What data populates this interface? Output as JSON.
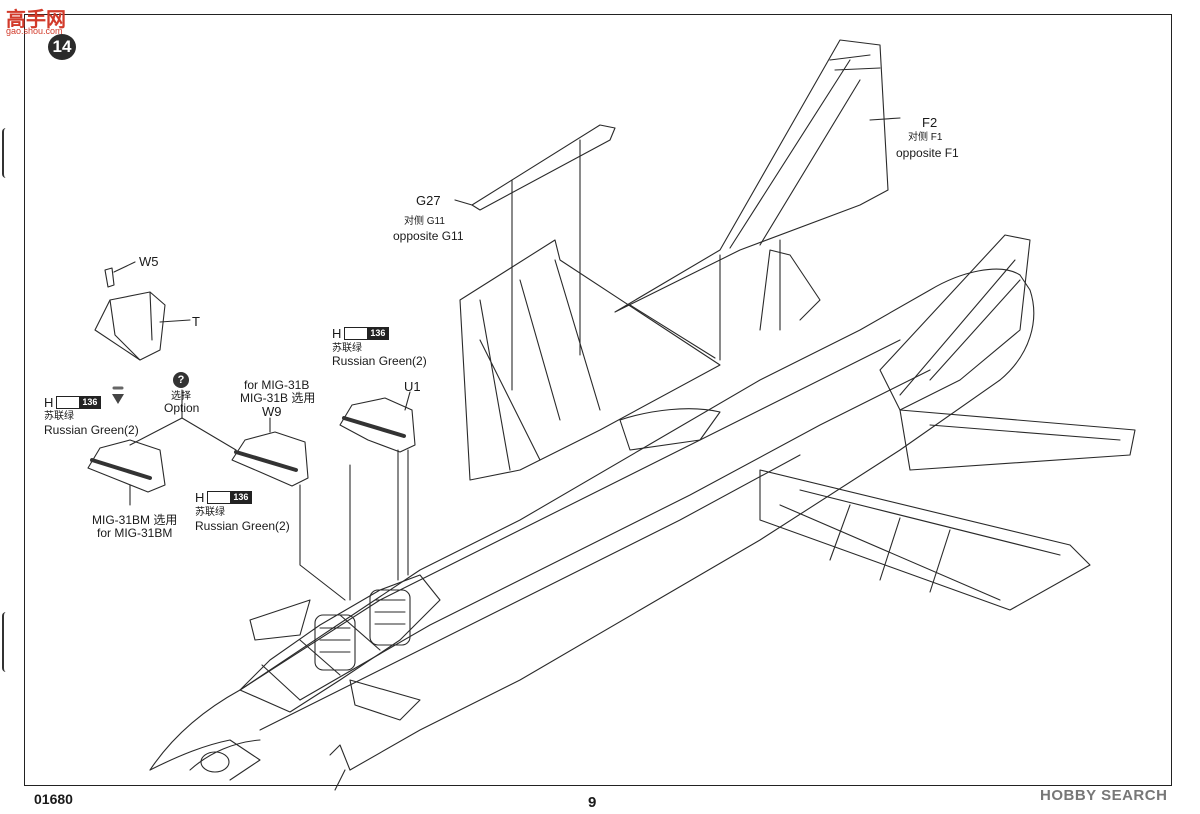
{
  "header": {
    "logo_text": "高手网",
    "logo_subtext": "gao.shou.com",
    "step_number": "14"
  },
  "labels": {
    "w5": "W5",
    "t": "T",
    "g27": "G27",
    "g27_cn": "对侧 G11",
    "g27_en": "opposite G11",
    "f2": "F2",
    "f2_cn": "对侧 F1",
    "f2_en": "opposite F1",
    "u1": "U1",
    "w9": "W9",
    "mig31b_en": "for MIG-31B",
    "mig31b_cn": "MIG-31B 选用",
    "mig31bm_cn": "MIG-31BM 选用",
    "mig31bm_en": "for MIG-31BM",
    "option_cn": "选择",
    "option_en": "Option",
    "option_icon": "?"
  },
  "paint_refs": [
    {
      "letter": "H",
      "code": "136",
      "cn": "苏联绿",
      "en": "Russian Green(2)"
    },
    {
      "letter": "H",
      "code": "136",
      "cn": "苏联绿",
      "en": "Russian Green(2)"
    },
    {
      "letter": "H",
      "code": "136",
      "cn": "苏联绿",
      "en": "Russian Green(2)"
    }
  ],
  "footer": {
    "doc_number": "01680",
    "page_number": "9",
    "watermark": "HOBBY SEARCH"
  }
}
